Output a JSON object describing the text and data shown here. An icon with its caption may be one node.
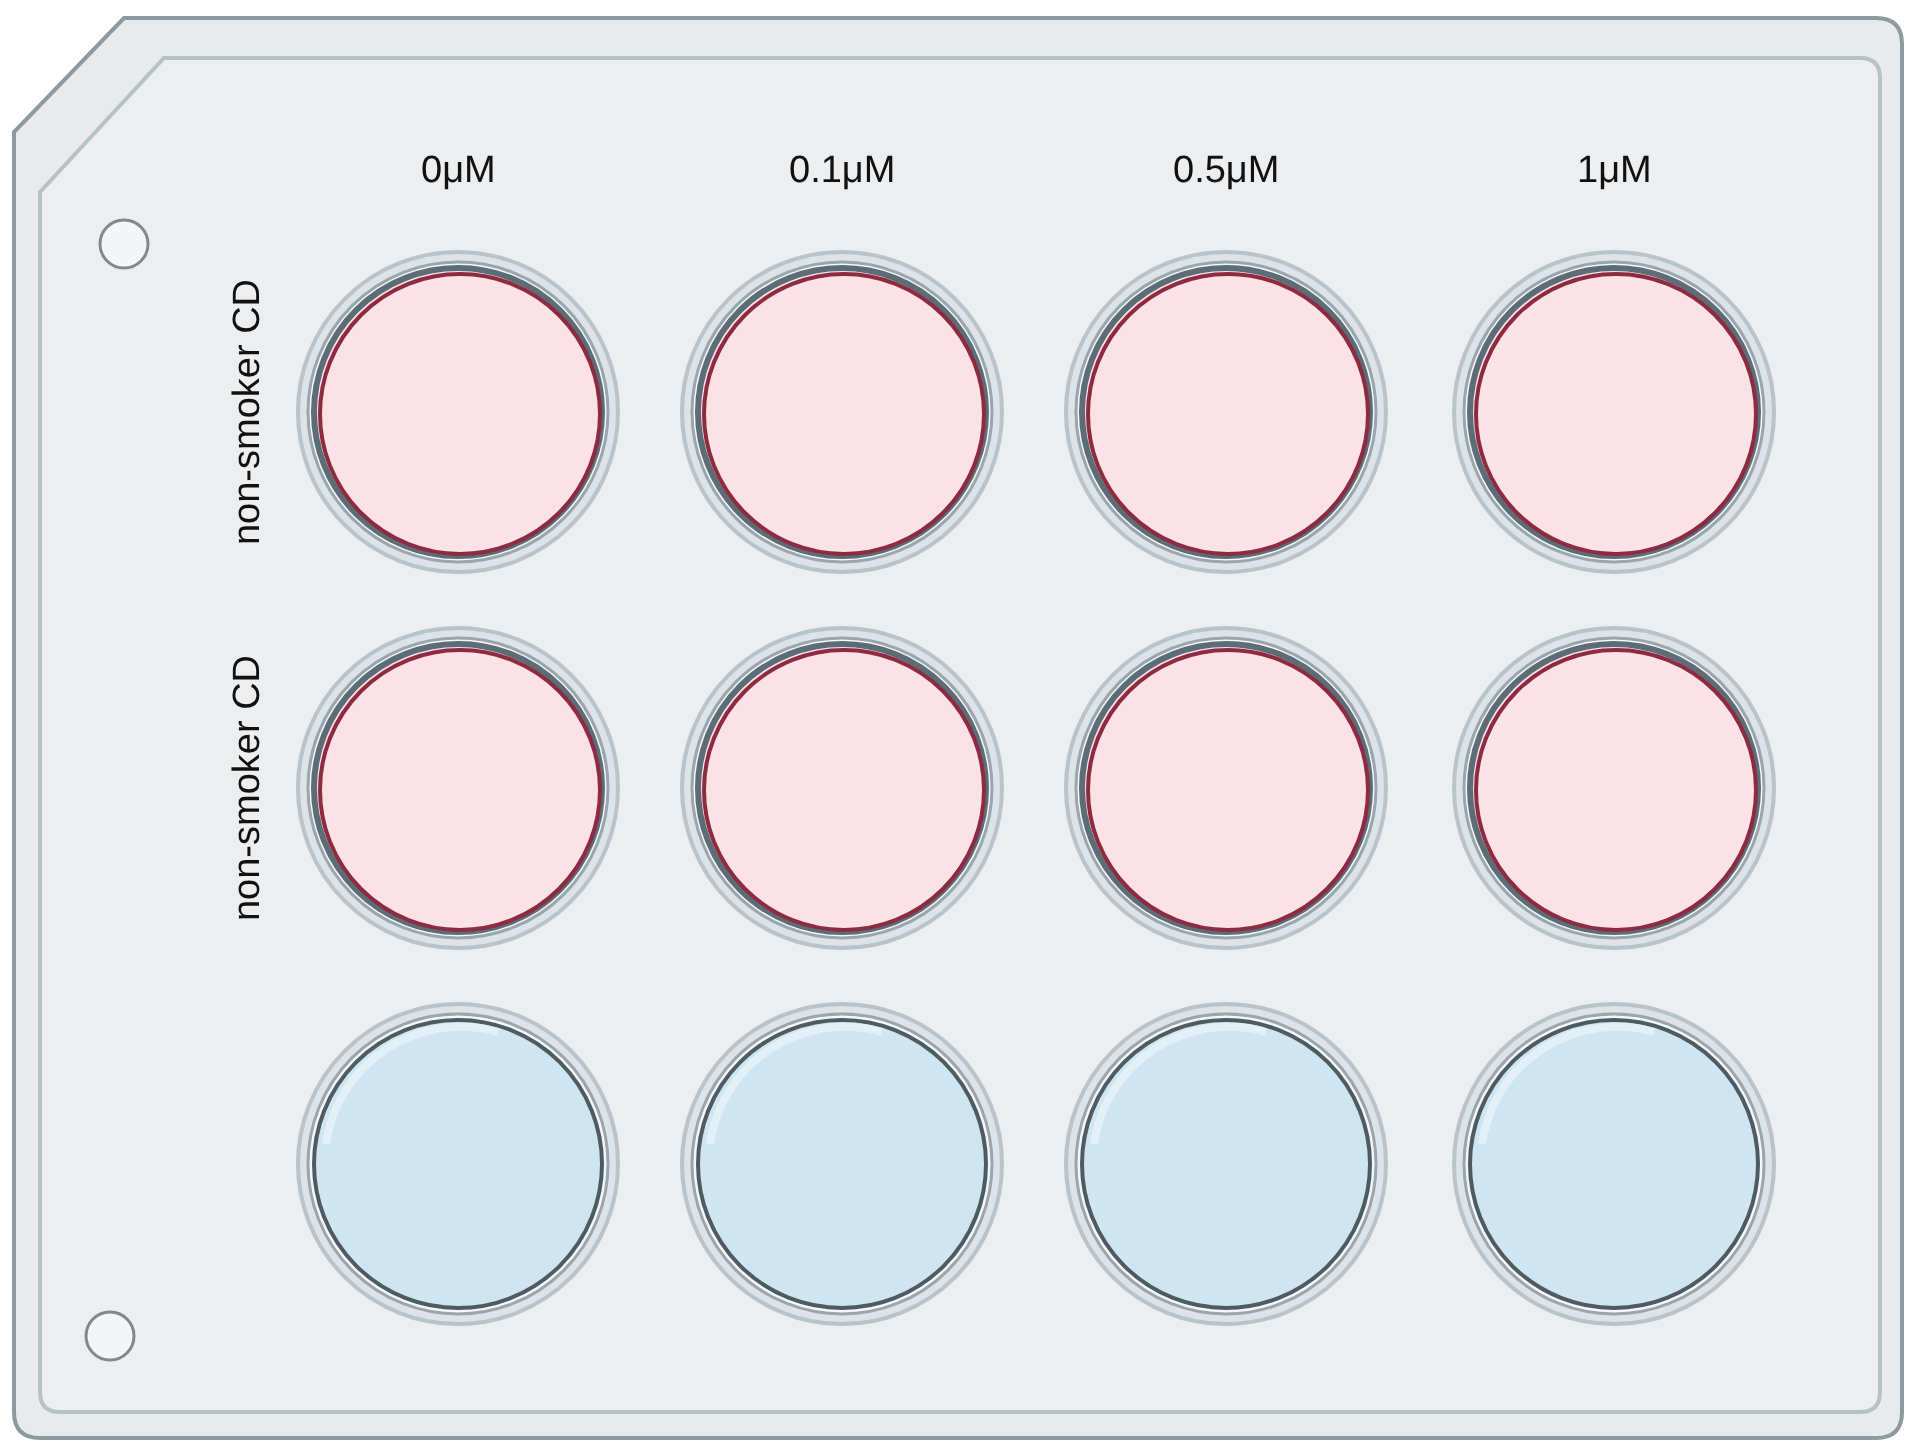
{
  "diagram": {
    "labels": [
      "0μM",
      "0.1μM",
      "0.5μM",
      "1μM",
      "non-smoker CD",
      "non-smoker CD"
    ]
  }
}
